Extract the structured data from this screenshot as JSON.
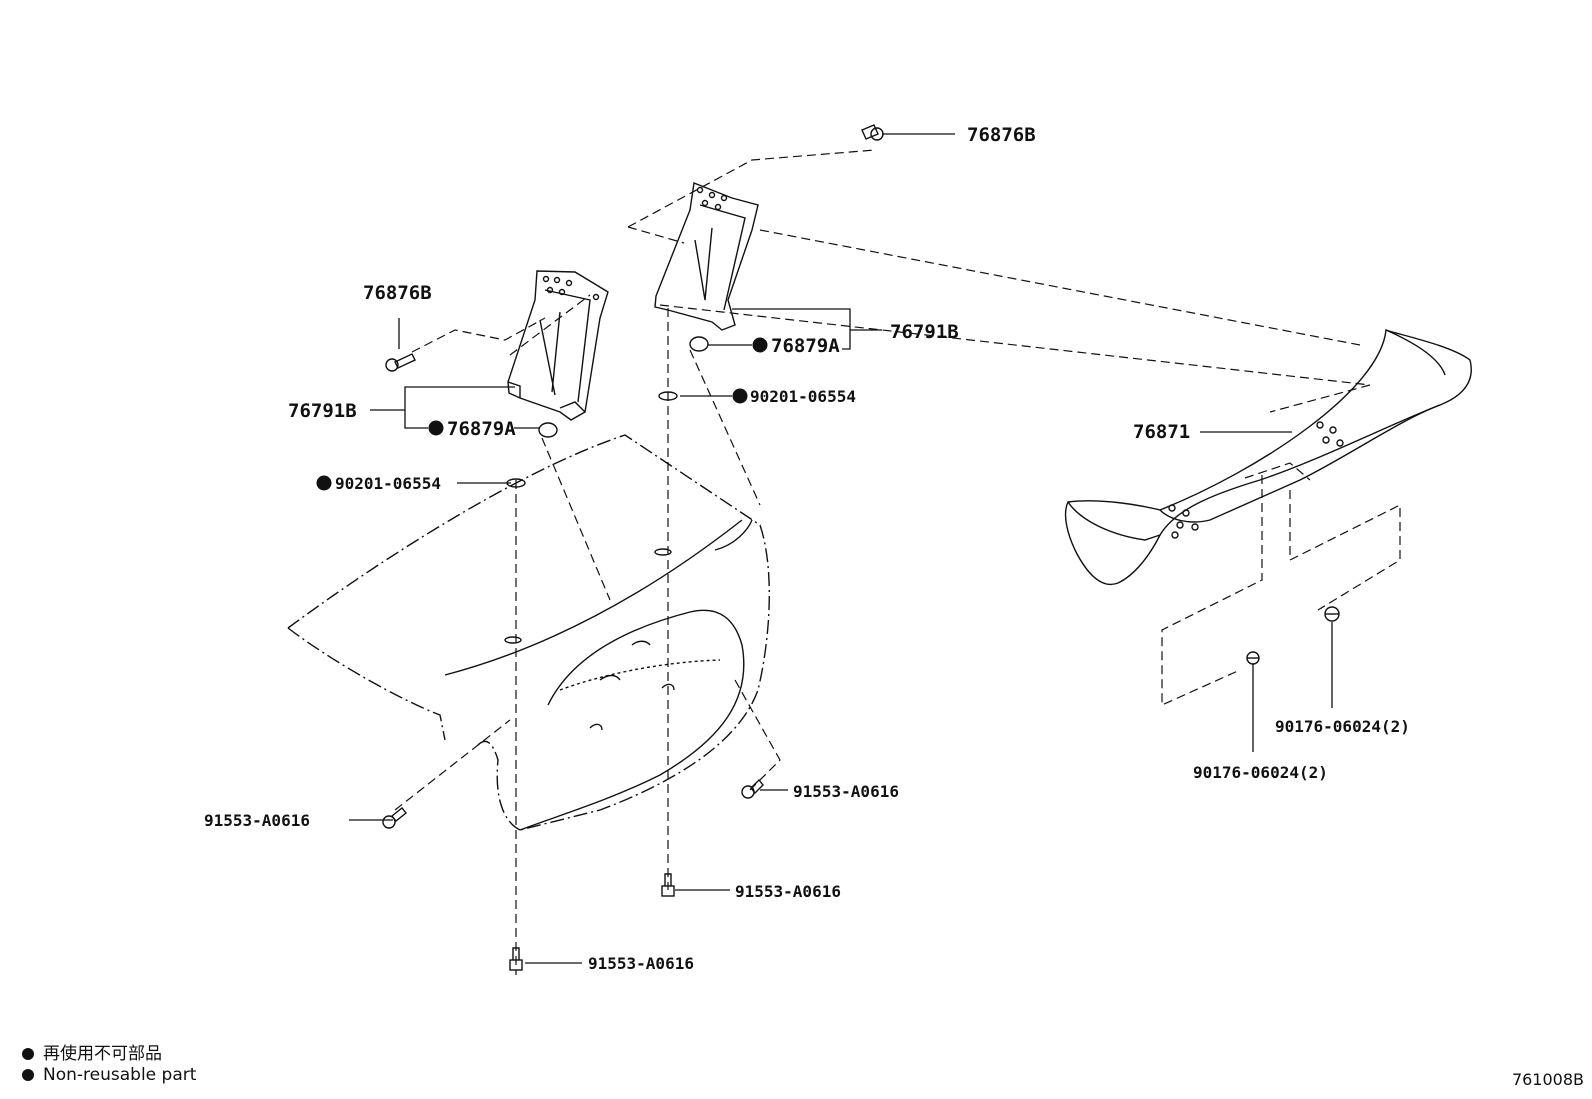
{
  "labels": {
    "top_bolt": "76876B",
    "left_bolt": "76876B",
    "left_bracket": "76791B",
    "right_bracket": "76791B",
    "left_cap": "76879A",
    "right_cap": "76879A",
    "left_washer": "90201-06554",
    "right_washer": "90201-06554",
    "spoiler": "76871",
    "clip_right": "90176-06024(2)",
    "clip_left": "90176-06024(2)",
    "bolt_left_low": "91553-A0616",
    "bolt_mid_right": "91553-A0616",
    "bolt_center_low": "91553-A0616",
    "bolt_bottom": "91553-A0616"
  },
  "legend": {
    "japanese": "再使用不可部品",
    "english": "Non-reusable part"
  },
  "diagram_code": "761008B"
}
